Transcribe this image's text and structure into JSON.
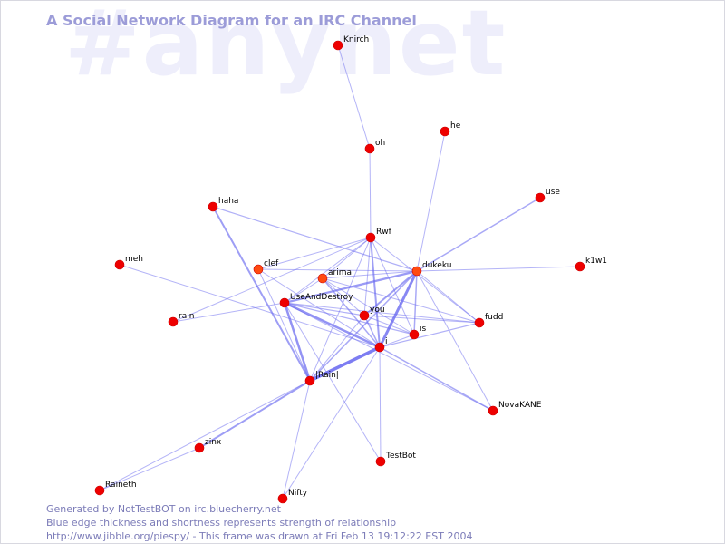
{
  "watermark": "#anynet",
  "title": "A Social Network Diagram for an IRC Channel",
  "footer": {
    "line1": "Generated by NotTestBOT on irc.bluecherry.net",
    "line2": "Blue edge thickness and shortness represents strength of relationship",
    "line3": "http://www.jibble.org/piespy/ - This frame was drawn at Fri Feb 13 19:12:22 EST 2004"
  },
  "colors": {
    "node": "#ee0000",
    "node_dark": "#cc0000",
    "edge": "#6a6af0",
    "title": "#9c9cd8",
    "watermark": "#eeeefb"
  },
  "network": {
    "nodes": [
      {
        "id": "Knirch",
        "label": "Knirch"
      },
      {
        "id": "he",
        "label": "he"
      },
      {
        "id": "oh",
        "label": "oh"
      },
      {
        "id": "use",
        "label": "use"
      },
      {
        "id": "haha",
        "label": "haha"
      },
      {
        "id": "Rwf",
        "label": "Rwf"
      },
      {
        "id": "meh",
        "label": "meh"
      },
      {
        "id": "k1w1",
        "label": "k1w1"
      },
      {
        "id": "clef",
        "label": "clef"
      },
      {
        "id": "dukeku",
        "label": "dukeku"
      },
      {
        "id": "arima",
        "label": "arima"
      },
      {
        "id": "UseAndDestroy",
        "label": "UseAndDestroy"
      },
      {
        "id": "you",
        "label": "you"
      },
      {
        "id": "fudd",
        "label": "fudd"
      },
      {
        "id": "rain",
        "label": "rain"
      },
      {
        "id": "is",
        "label": "is"
      },
      {
        "id": "i",
        "label": "i"
      },
      {
        "id": "Rain",
        "label": "|Rain|"
      },
      {
        "id": "NovaKANE",
        "label": "NovaKANE"
      },
      {
        "id": "zinx",
        "label": "zinx"
      },
      {
        "id": "TestBot",
        "label": "TestBot"
      },
      {
        "id": "Raineth",
        "label": "Raineth"
      },
      {
        "id": "Nifty",
        "label": "Nifty"
      }
    ],
    "edges": [
      [
        "Knirch",
        "oh",
        1
      ],
      [
        "oh",
        "Rwf",
        1
      ],
      [
        "he",
        "dukeku",
        1
      ],
      [
        "use",
        "dukeku",
        1.5
      ],
      [
        "k1w1",
        "dukeku",
        1
      ],
      [
        "haha",
        "dukeku",
        1.2
      ],
      [
        "haha",
        "Rain",
        2
      ],
      [
        "meh",
        "i",
        1
      ],
      [
        "rain",
        "Rwf",
        1
      ],
      [
        "clef",
        "Rwf",
        1
      ],
      [
        "clef",
        "dukeku",
        1
      ],
      [
        "clef",
        "Rain",
        1
      ],
      [
        "clef",
        "i",
        1
      ],
      [
        "Rwf",
        "arima",
        1
      ],
      [
        "Rwf",
        "UseAndDestroy",
        1
      ],
      [
        "Rwf",
        "you",
        1
      ],
      [
        "Rwf",
        "i",
        2
      ],
      [
        "Rwf",
        "is",
        1
      ],
      [
        "Rwf",
        "fudd",
        1
      ],
      [
        "Rwf",
        "Rain",
        1
      ],
      [
        "dukeku",
        "arima",
        1
      ],
      [
        "dukeku",
        "UseAndDestroy",
        2.2
      ],
      [
        "dukeku",
        "you",
        2
      ],
      [
        "dukeku",
        "i",
        3
      ],
      [
        "dukeku",
        "is",
        1.5
      ],
      [
        "dukeku",
        "fudd",
        1
      ],
      [
        "dukeku",
        "Rain",
        1.5
      ],
      [
        "dukeku",
        "NovaKANE",
        1
      ],
      [
        "arima",
        "UseAndDestroy",
        1
      ],
      [
        "arima",
        "you",
        1
      ],
      [
        "arima",
        "i",
        1.5
      ],
      [
        "arima",
        "is",
        1
      ],
      [
        "arima",
        "fudd",
        1
      ],
      [
        "UseAndDestroy",
        "you",
        1.2
      ],
      [
        "UseAndDestroy",
        "i",
        2.5
      ],
      [
        "UseAndDestroy",
        "is",
        1.2
      ],
      [
        "UseAndDestroy",
        "fudd",
        1
      ],
      [
        "UseAndDestroy",
        "Rain",
        2.5
      ],
      [
        "UseAndDestroy",
        "rain",
        1
      ],
      [
        "UseAndDestroy",
        "NovaKANE",
        1
      ],
      [
        "UseAndDestroy",
        "TestBot",
        1
      ],
      [
        "you",
        "i",
        1.5
      ],
      [
        "you",
        "is",
        1
      ],
      [
        "you",
        "fudd",
        1
      ],
      [
        "you",
        "Rain",
        1
      ],
      [
        "i",
        "is",
        1
      ],
      [
        "i",
        "fudd",
        1.2
      ],
      [
        "i",
        "Rain",
        3.5
      ],
      [
        "i",
        "NovaKANE",
        1.5
      ],
      [
        "i",
        "TestBot",
        1
      ],
      [
        "i",
        "Nifty",
        1
      ],
      [
        "Rain",
        "zinx",
        2
      ],
      [
        "Rain",
        "Nifty",
        1
      ],
      [
        "Rain",
        "Raineth",
        1
      ],
      [
        "zinx",
        "Raineth",
        1
      ]
    ]
  }
}
